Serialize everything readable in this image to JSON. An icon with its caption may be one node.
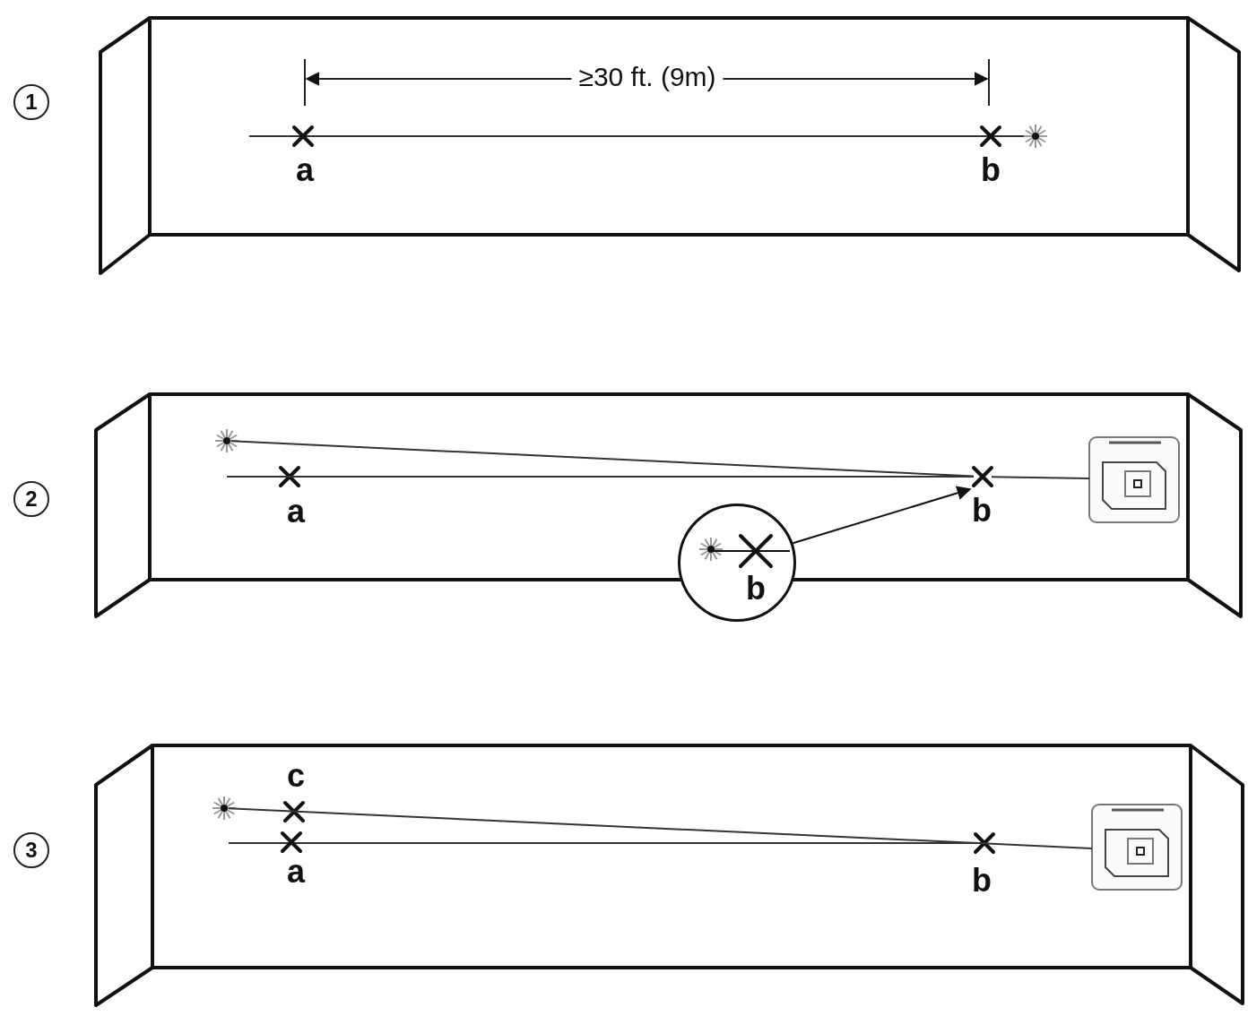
{
  "diagram": {
    "nodes": [
      {
        "text": [
          "b"
        ]
      },
      {
        "text": [],
        "shape": "cross"
      },
      {
        "text": [],
        "shape": "star"
      },
      {
        "text": [],
        "shape": "box"
      },
      {
        "text": [],
        "shape": "star"
      },
      {
        "text": [],
        "shape": "box"
      }
    ],
    "edges": [
      {
        "from": 0,
        "to": 1,
        "arrow": "to"
      },
      {
        "from": 2,
        "to": 1,
        "arrow": "none"
      },
      {
        "from": 1,
        "to": 3,
        "arrow": "none"
      },
      {
        "from": null,
        "to": 1,
        "arrow": "none"
      },
      {
        "from": 4,
        "to": 5,
        "arrow": "none"
      }
    ],
    "labels": [
      "1",
      "≥30 ft. (9m)",
      "a",
      "b",
      "2",
      "a",
      "b",
      "3",
      "c",
      "a",
      "b"
    ]
  }
}
